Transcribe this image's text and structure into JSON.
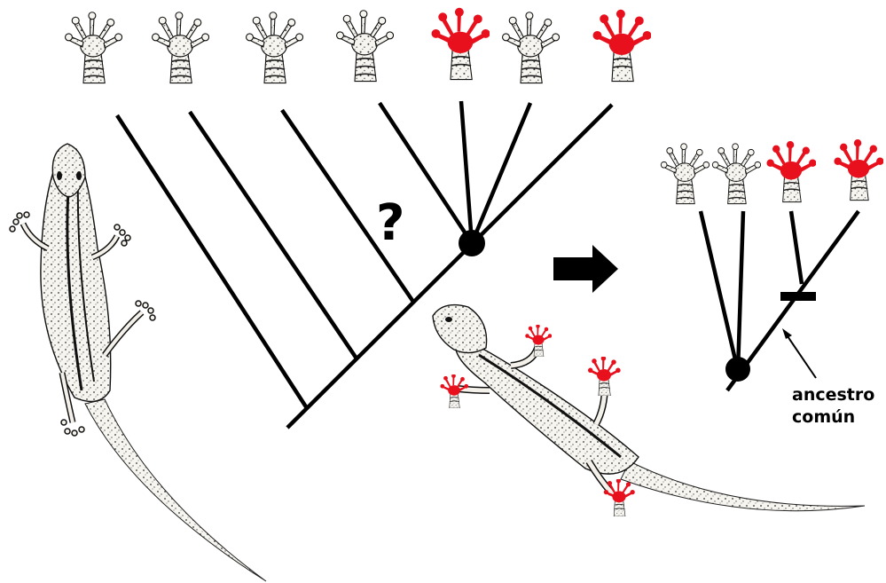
{
  "diagram": {
    "question_mark": "?",
    "ancestor_label_line1": "ancestro",
    "ancestor_label_line2": "común",
    "colors": {
      "ink": "#000000",
      "red": "#e8101c",
      "skin": "#f4f1ea"
    },
    "icons": [
      "foot-icon",
      "red-foot-icon",
      "gecko-illustration",
      "right-arrow-icon",
      "ancestor-dot-icon",
      "synapomorphy-bar"
    ],
    "left_tree_tips": [
      {
        "foot": "plain"
      },
      {
        "foot": "plain"
      },
      {
        "foot": "plain"
      },
      {
        "foot": "plain"
      },
      {
        "foot": "red"
      },
      {
        "foot": "plain"
      },
      {
        "foot": "red"
      }
    ],
    "right_tree_tips": [
      {
        "foot": "plain"
      },
      {
        "foot": "plain"
      },
      {
        "foot": "red"
      },
      {
        "foot": "red"
      }
    ]
  }
}
